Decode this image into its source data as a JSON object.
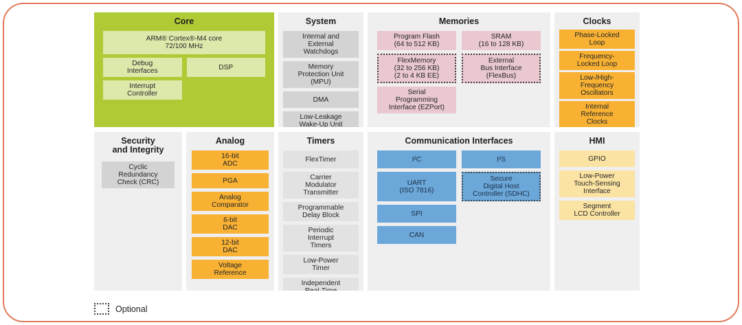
{
  "colors": {
    "frame": "#e07a5a",
    "section_bg": "#efeff0",
    "core_bg": "#aeca35",
    "core_block": "#dde8ab",
    "gray_block": "#d3d3d4",
    "timer_block": "#e2e2e3",
    "memory_block": "#e9c8cf",
    "orange_block": "#f8b133",
    "blue_block": "#6ba7d9",
    "yellow_block": "#fbe3a3"
  },
  "legend": {
    "optional_label": "Optional"
  },
  "sections": {
    "core": {
      "title": "Core",
      "blocks": {
        "arm_core": "ARM® Cortex®-M4 core\n72/100 MHz",
        "debug": "Debug\nInterfaces",
        "dsp": "DSP",
        "interrupt": "Interrupt\nController"
      }
    },
    "system": {
      "title": "System",
      "blocks": {
        "watchdogs": "Internal and\nExternal\nWatchdogs",
        "mpu": "Memory\nProtection Unit\n(MPU)",
        "dma": "DMA",
        "llwu": "Low-Leakage\nWake-Up Unit"
      }
    },
    "memories": {
      "title": "Memories",
      "blocks": {
        "program_flash": "Program Flash\n(64 to 512 KB)",
        "sram": "SRAM\n(16 to 128 KB)",
        "flexmemory": "FlexMemory\n(32 to 256 KB)\n(2 to 4 KB EE)",
        "external_bus": "External\nBus Interface\n(FlexBus)",
        "ezport": "Serial\nProgramming\nInterface (EZPort)"
      }
    },
    "clocks": {
      "title": "Clocks",
      "blocks": {
        "pll": "Phase-Locked\nLoop",
        "fll": "Frequency-\nLocked Loop",
        "oscillators": "Low-/High-\nFrequency\nOscillators",
        "irc": "Internal\nReference\nClocks"
      }
    },
    "security": {
      "title": "Security\nand Integrity",
      "blocks": {
        "crc": "Cyclic\nRedundancy\nCheck (CRC)"
      }
    },
    "analog": {
      "title": "Analog",
      "blocks": {
        "adc": "16-bit\nADC",
        "pga": "PGA",
        "comparator": "Analog\nComparator",
        "dac6": "6-bit\nDAC",
        "dac12": "12-bit\nDAC",
        "vref": "Voltage\nReference"
      }
    },
    "timers": {
      "title": "Timers",
      "blocks": {
        "flextimer": "FlexTimer",
        "cmt": "Carrier\nModulator\nTransmitter",
        "pdb": "Programmable\nDelay Block",
        "pit": "Periodic\nInterrupt\nTimers",
        "lptimer": "Low-Power\nTimer",
        "rtc": "Independent\nReal-Time\nClock (RTC)"
      }
    },
    "comm": {
      "title": "Communication Interfaces",
      "blocks": {
        "i2c": "I²C",
        "i2s": "I²S",
        "uart": "UART\n(ISO 7816)",
        "sdhc": "Secure\nDigital Host\nController (SDHC)",
        "spi": "SPI",
        "can": "CAN"
      }
    },
    "hmi": {
      "title": "HMI",
      "blocks": {
        "gpio": "GPIO",
        "touch": "Low-Power\nTouch-Sensing\nInterface",
        "slcd": "Segment\nLCD Controller"
      }
    }
  }
}
